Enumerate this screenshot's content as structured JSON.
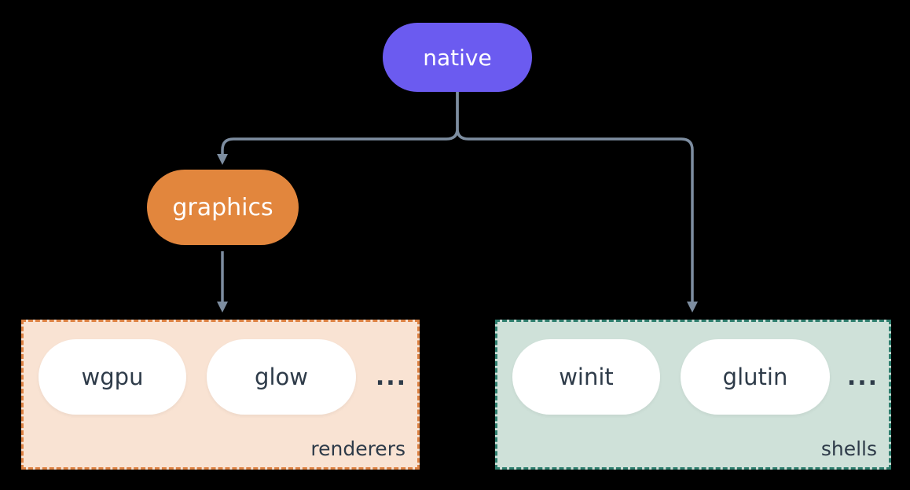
{
  "diagram": {
    "background_color": "#000000",
    "edge_color": "#7d8da0",
    "nodes": {
      "native": {
        "label": "native",
        "fill": "#6b5bf0",
        "text_color": "#ffffff"
      },
      "graphics": {
        "label": "graphics",
        "fill": "#e2863d",
        "text_color": "#ffffff"
      }
    },
    "groups": [
      {
        "name": "renderers",
        "label": "renderers",
        "fill": "#f9e3d3",
        "border_color": "#dd8243",
        "label_color": "#2e3b49",
        "ellipsis": "...",
        "items": [
          {
            "label": "wgpu"
          },
          {
            "label": "glow"
          }
        ]
      },
      {
        "name": "shells",
        "label": "shells",
        "fill": "#cfe1d9",
        "border_color": "#2e7e6e",
        "label_color": "#2e3b49",
        "ellipsis": "...",
        "items": [
          {
            "label": "winit"
          },
          {
            "label": "glutin"
          }
        ]
      }
    ],
    "edges": [
      {
        "from": "native",
        "to": "graphics",
        "style": "arrow"
      },
      {
        "from": "native",
        "to": "shells",
        "style": "arrow"
      },
      {
        "from": "graphics",
        "to": "renderers",
        "style": "arrow"
      }
    ]
  }
}
